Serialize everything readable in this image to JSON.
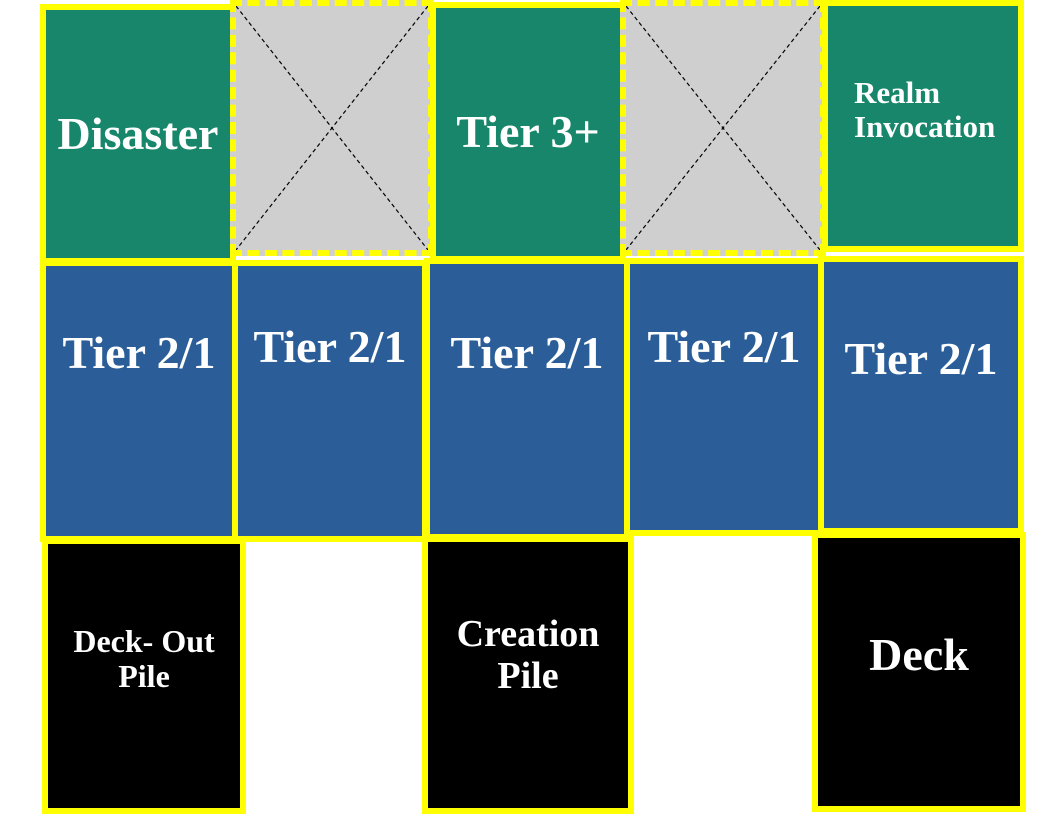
{
  "colors": {
    "border": "#ffff00",
    "top_row": "#17866a",
    "middle_row": "#2b5e98",
    "bottom_row": "#000000",
    "empty_slot": "#cfcfcf",
    "text": "#ffffff"
  },
  "top_row": {
    "disaster": "Disaster",
    "tier3": "Tier 3+",
    "realm_invocation": "Realm\nInvocation"
  },
  "middle_row": {
    "slots": [
      "Tier 2/1",
      "Tier 2/1",
      "Tier 2/1",
      "Tier 2/1",
      "Tier 2/1"
    ]
  },
  "bottom_row": {
    "deck_out_pile": "Deck- Out\nPile",
    "creation_pile": "Creation\nPile",
    "deck": "Deck"
  },
  "empty_slot_icon": "dashed-x-icon"
}
